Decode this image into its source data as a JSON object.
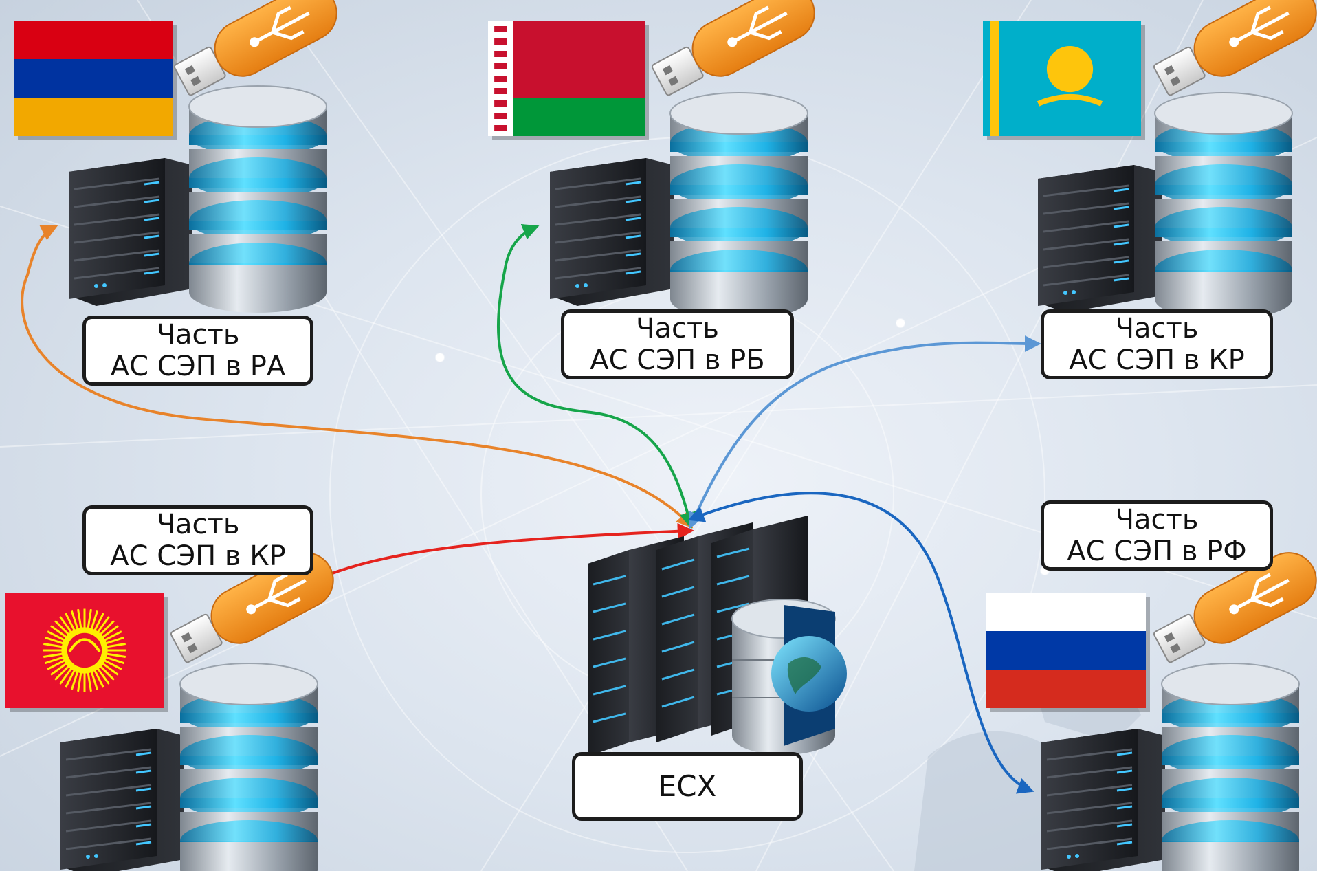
{
  "nodes": [
    {
      "id": "armenia",
      "line1": "Часть",
      "line2": "АС СЭП в РА",
      "arrow_color": "#e8832a"
    },
    {
      "id": "belarus",
      "line1": "Часть",
      "line2": "АС СЭП в РБ",
      "arrow_color": "#16a54a"
    },
    {
      "id": "kazakhstan",
      "line1": "Часть",
      "line2": "АС СЭП в КР",
      "arrow_color": "#5b97d5"
    },
    {
      "id": "kyrgyzstan",
      "line1": "Часть",
      "line2": "АС СЭП в КР",
      "arrow_color": "#e5231e"
    },
    {
      "id": "russia",
      "line1": "Часть",
      "line2": "АС СЭП в РФ",
      "arrow_color": "#1a66c0"
    }
  ],
  "hub": {
    "label": "ЕСХ"
  },
  "colors": {
    "usb_orange": "#f39a2a",
    "db_cyan": "#35c6f4",
    "server_dark": "#2a2d33"
  },
  "flags": {
    "armenia": [
      "#d90012",
      "#0033a0",
      "#f2a800"
    ],
    "belarus": [
      "#c8102e",
      "#009739"
    ],
    "kazakhstan": [
      "#00afca",
      "#fec50c"
    ],
    "kyrgyzstan": [
      "#e8112d",
      "#ffef00"
    ],
    "russia": [
      "#ffffff",
      "#0039a6",
      "#d52b1e"
    ]
  }
}
